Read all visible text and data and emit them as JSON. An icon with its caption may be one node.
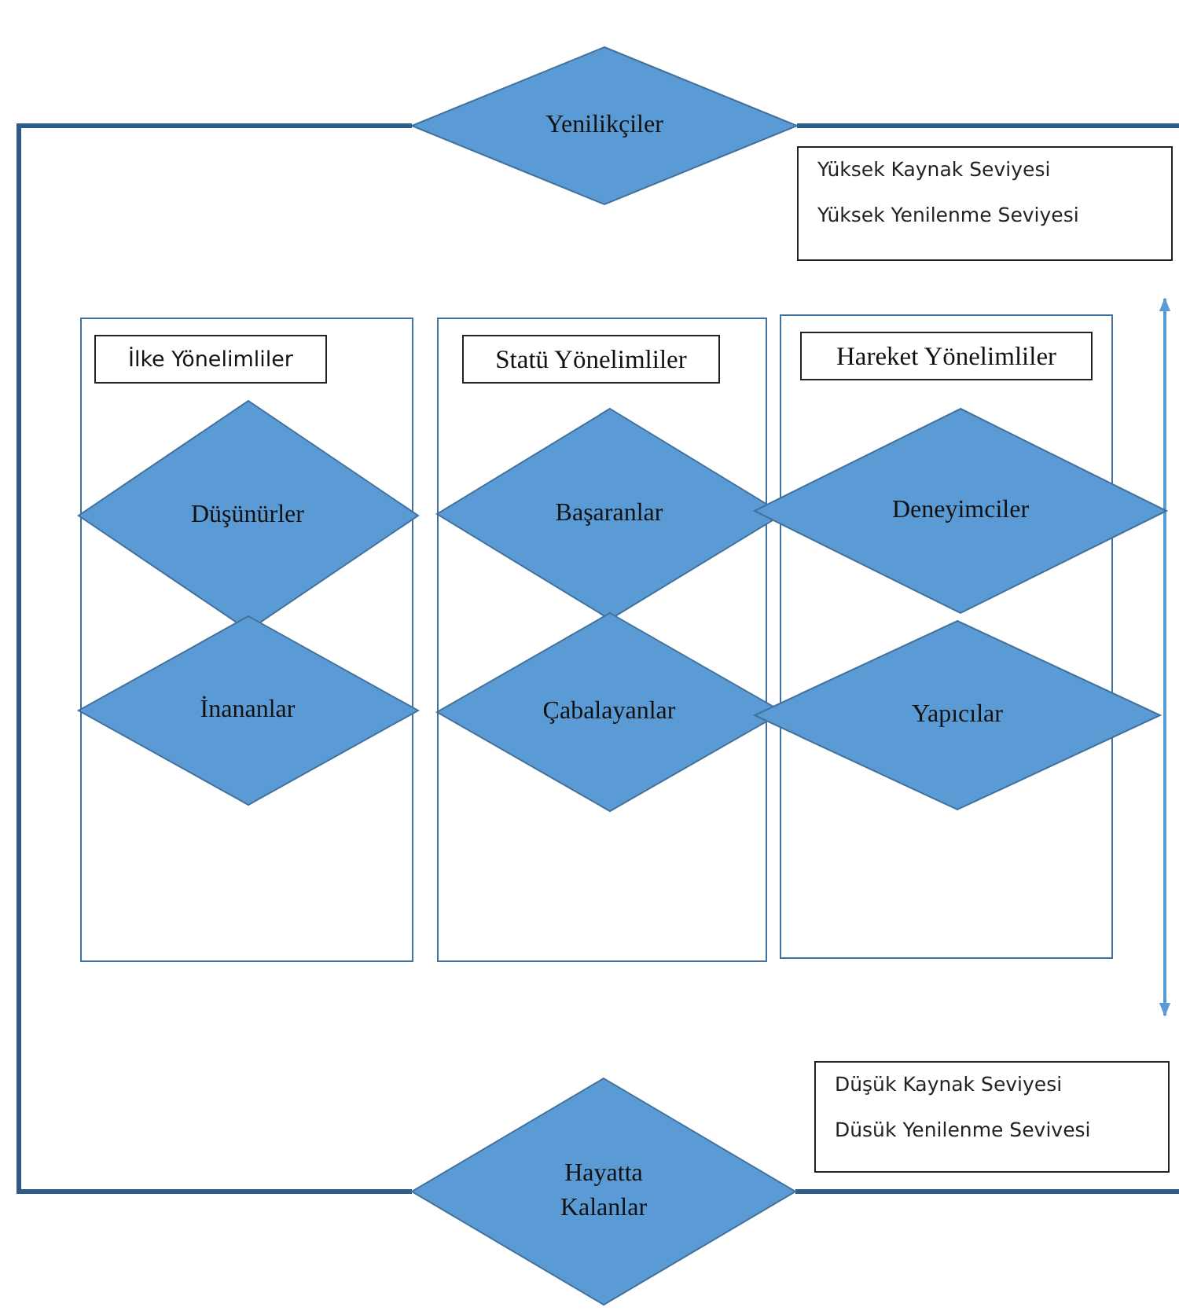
{
  "diagram": {
    "nodes": [
      {
        "text": [
          "Yenilikçiler"
        ]
      },
      {
        "text": [
          "Yüksek Kaynak Seviyesi",
          "Yüksek Yenilenme Seviyesi"
        ]
      },
      {
        "text": [
          "İlke Yönelimliler"
        ]
      },
      {
        "text": [
          "Düşünürler"
        ],
        "in": 2
      },
      {
        "text": [
          "İnananlar"
        ],
        "in": 2
      },
      {
        "text": [
          "Statü Yönelimliler"
        ]
      },
      {
        "text": [
          "Başaranlar"
        ],
        "in": 5
      },
      {
        "text": [
          "Çabalayanlar"
        ],
        "in": 5
      },
      {
        "text": [
          "Hareket Yönelimliler"
        ]
      },
      {
        "text": [
          "Deneyimciler"
        ]
      },
      {
        "text": [
          "Yapıcılar"
        ]
      },
      {
        "text": [
          "Hayatta Kalanlar"
        ]
      },
      {
        "text": [
          "Düşük Kaynak Seviyesi",
          "Düsük Yenilenme Sevivesi"
        ]
      }
    ],
    "edges": [
      {
        "from": 0,
        "to": 11,
        "arrow": "none"
      },
      {
        "from": 0,
        "to": null,
        "arrow": "none"
      },
      {
        "from": 11,
        "to": null,
        "arrow": "none"
      }
    ]
  }
}
